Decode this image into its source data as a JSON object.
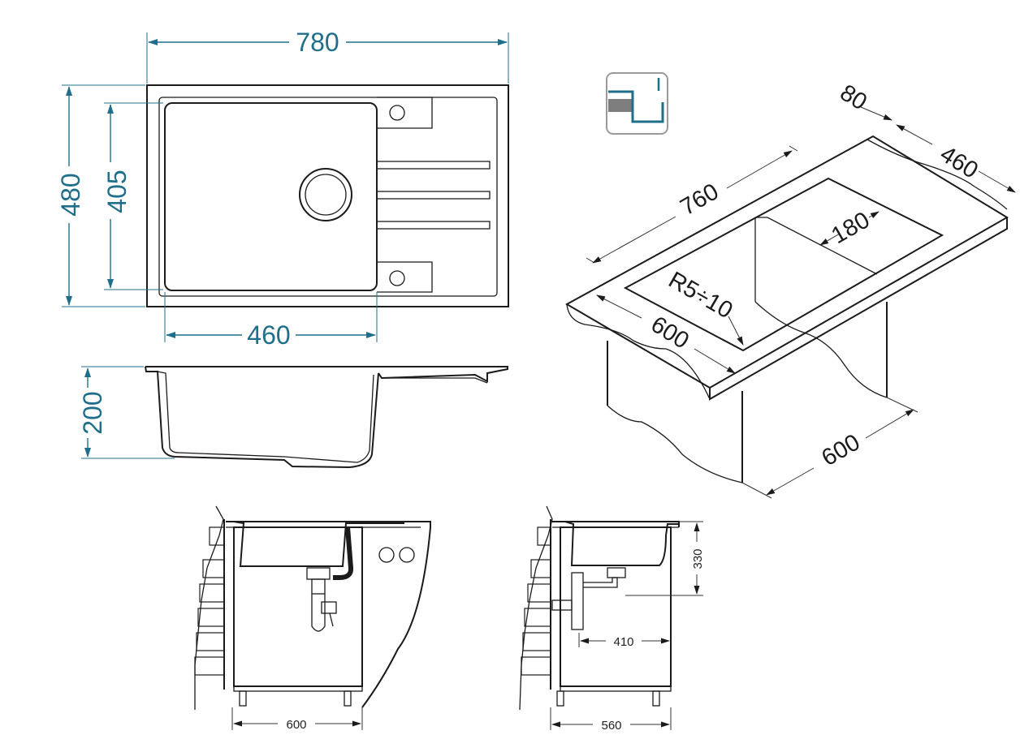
{
  "top_view": {
    "overall_width": "780",
    "overall_depth": "480",
    "bowl_depth": "405",
    "bowl_width": "460"
  },
  "side_view": {
    "height": "200"
  },
  "isometric": {
    "length": "760",
    "drainer": "80",
    "width": "460",
    "bowl_depth": "180",
    "radius": "R5÷10",
    "cabinet_front": "600",
    "cabinet_depth": "600"
  },
  "install_front": {
    "cabinet_width": "600"
  },
  "install_side": {
    "height": "330",
    "offset": "410",
    "cabinet_depth": "560"
  },
  "icon": {
    "name": "undermount-flush-icon",
    "accent": "#1f6f8b"
  },
  "colors": {
    "dimension": "#1f6f8b",
    "outline": "#1b1b1b"
  }
}
